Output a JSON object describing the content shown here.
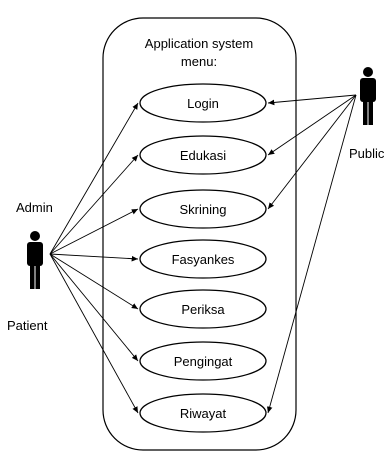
{
  "system": {
    "title_line1": "Application system",
    "title_line2": "menu:"
  },
  "use_cases": [
    {
      "id": "login",
      "label": "Login"
    },
    {
      "id": "edukasi",
      "label": "Edukasi"
    },
    {
      "id": "skrining",
      "label": "Skrining"
    },
    {
      "id": "fasyankes",
      "label": "Fasyankes"
    },
    {
      "id": "periksa",
      "label": "Periksa"
    },
    {
      "id": "pengingat",
      "label": "Pengingat"
    },
    {
      "id": "riwayat",
      "label": "Riwayat"
    }
  ],
  "actors": {
    "left_top_label": "Admin",
    "left_bottom_label": "Patient",
    "right_label": "Public"
  },
  "associations": {
    "admin_patient": [
      "login",
      "edukasi",
      "skrining",
      "fasyankes",
      "periksa",
      "pengingat",
      "riwayat"
    ],
    "public": [
      "login",
      "edukasi",
      "skrining",
      "riwayat"
    ]
  },
  "colors": {
    "line": "#000000",
    "actor_fill": "#000000",
    "background": "#ffffff"
  }
}
